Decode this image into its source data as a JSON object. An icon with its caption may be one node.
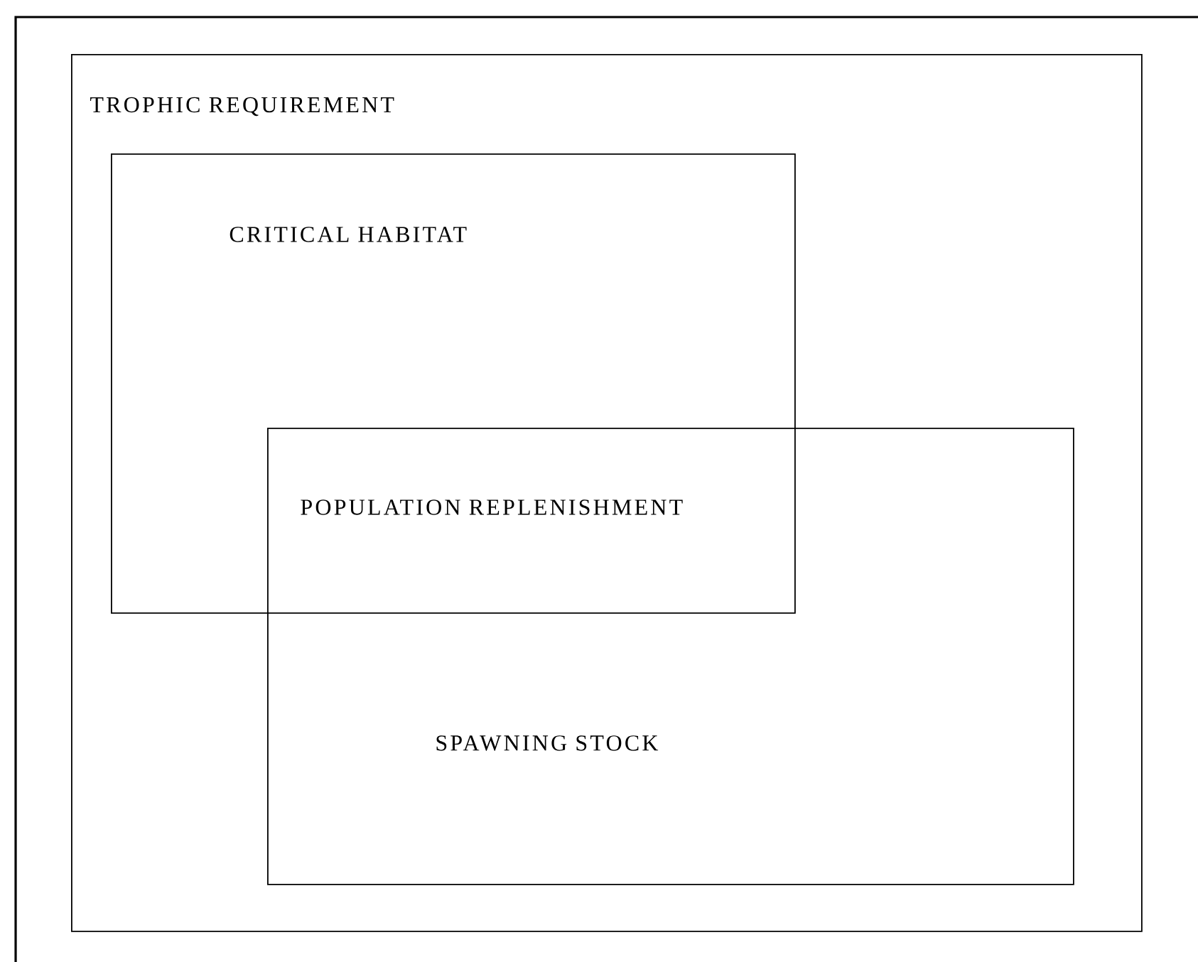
{
  "diagram": {
    "nodes": [
      {
        "text": [
          "TROPHIC REQUIREMENT"
        ]
      },
      {
        "text": [
          "CRITICAL HABITAT"
        ],
        "in": 0
      },
      {
        "text": [
          "SPAWNING STOCK"
        ],
        "in": 0
      }
    ],
    "labels": [
      "POPULATION REPLENISHMENT"
    ]
  }
}
